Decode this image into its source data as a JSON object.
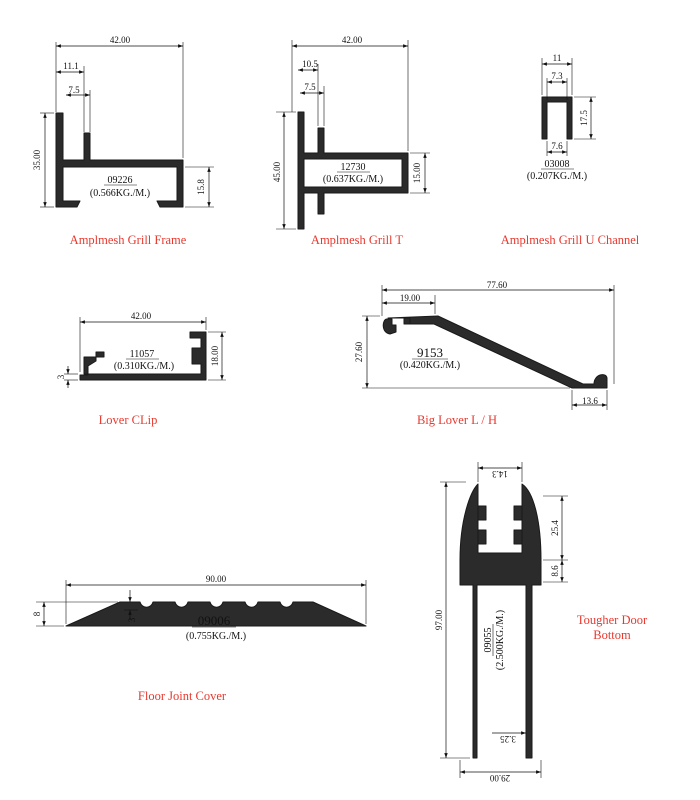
{
  "diagrams": {
    "grill_frame": {
      "title": "Amplmesh Grill Frame",
      "code": "09226",
      "weight": "(0.566KG./M.)",
      "dims": {
        "width": "42.00",
        "top_a": "11.1",
        "top_b": "7.5",
        "height": "35.00",
        "right": "15.8"
      }
    },
    "grill_t": {
      "title": "Amplmesh Grill T",
      "code": "12730",
      "weight": "(0.637KG./M.)",
      "dims": {
        "width": "42.00",
        "top_a": "10.5",
        "top_b": "7.5",
        "height": "45.00",
        "right": "15.00"
      }
    },
    "u_channel": {
      "title": "Amplmesh Grill U Channel",
      "code": "03008",
      "weight": "(0.207KG./M.)",
      "dims": {
        "outer": "11",
        "inner": "7.3",
        "height": "17.5",
        "bottom": "7.6"
      }
    },
    "lover_clip": {
      "title": "Lover CLip",
      "code": "11057",
      "weight": "(0.310KG./M.)",
      "dims": {
        "width": "42.00",
        "height": "18.00",
        "base": "3"
      }
    },
    "big_lover": {
      "title": "Big Lover L / H",
      "code": "9153",
      "weight": "(0.420KG./M.)",
      "dims": {
        "width": "77.60",
        "top": "19.00",
        "height": "27.60",
        "bottom": "13.6"
      }
    },
    "floor_joint": {
      "title": "Floor Joint Cover",
      "code": "09006",
      "weight": "(0.755KG./M.)",
      "dims": {
        "width": "90.00",
        "height": "8",
        "depth": "3"
      }
    },
    "door_bottom": {
      "title_line1": "Tougher Door",
      "title_line2": "Bottom",
      "code": "09055",
      "weight": "(2.500KG./M.)",
      "dims": {
        "top": "14.3",
        "upper": "25.4",
        "mid": "8.6",
        "height": "97.00",
        "slot": "3.25",
        "width": "29.00"
      }
    }
  }
}
